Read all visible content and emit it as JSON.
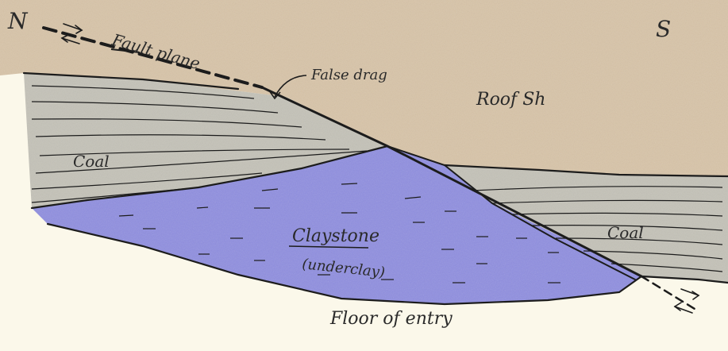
{
  "compass": {
    "north": "N",
    "south": "S"
  },
  "labels": {
    "fault_plane": "Fault plane",
    "false_drag": "False drag",
    "roof": "Roof Sh",
    "coal_left": "Coal",
    "coal_right": "Coal",
    "claystone": "Claystone",
    "underclay": "(underclay)",
    "floor": "Floor of entry"
  },
  "colors": {
    "paper": "#fbf8ea",
    "roof_shale": "#d8c4a8",
    "coal": "#c4c2b8",
    "claystone": "#8f8ee0",
    "ink": "#1c1c1c"
  }
}
